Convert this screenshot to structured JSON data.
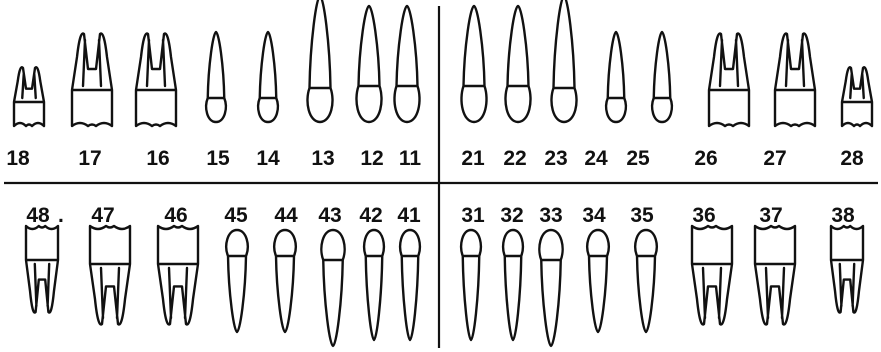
{
  "dental_chart": {
    "upper": {
      "right": [
        "18",
        "17",
        "16",
        "15",
        "14",
        "13",
        "12",
        "11"
      ],
      "left": [
        "21",
        "22",
        "23",
        "24",
        "25",
        "26",
        "27",
        "28"
      ]
    },
    "lower": {
      "right": [
        "48",
        "47",
        "46",
        "45",
        "44",
        "43",
        "42",
        "41"
      ],
      "left": [
        "31",
        "32",
        "33",
        "34",
        "35",
        "36",
        "37",
        "38"
      ]
    },
    "marker_after_48": "."
  }
}
